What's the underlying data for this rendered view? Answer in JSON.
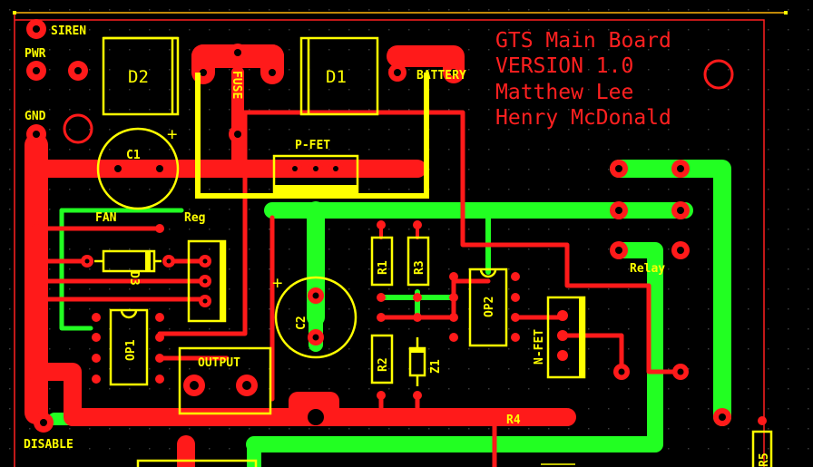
{
  "title_block": {
    "line1": "GTS Main Board",
    "line2": "VERSION 1.0",
    "line3": "Matthew Lee",
    "line4": "Henry McDonald"
  },
  "labels": {
    "siren": "SIREN",
    "pwr": "PWR",
    "gnd": "GND",
    "fuse": "FUSE",
    "battery": "BATTERY",
    "p_fet": "P-FET",
    "fan": "FAN",
    "reg": "Reg",
    "relay": "Relay",
    "output": "OUTPUT",
    "disable": "DISABLE",
    "n_fet": "N-FET"
  },
  "components": {
    "d1": "D1",
    "d2": "D2",
    "d3": "D3",
    "c1": "C1",
    "c2": "C2",
    "r1": "R1",
    "r2": "R2",
    "r3": "R3",
    "r4": "R4",
    "r5": "R5",
    "z1": "Z1",
    "op1": "OP1",
    "op2": "OP2",
    "plus": "+"
  },
  "colors": {
    "background": "#000000",
    "top_copper": "#ff0000",
    "bottom_copper": "#00ff00",
    "silkscreen": "#ffff00"
  }
}
